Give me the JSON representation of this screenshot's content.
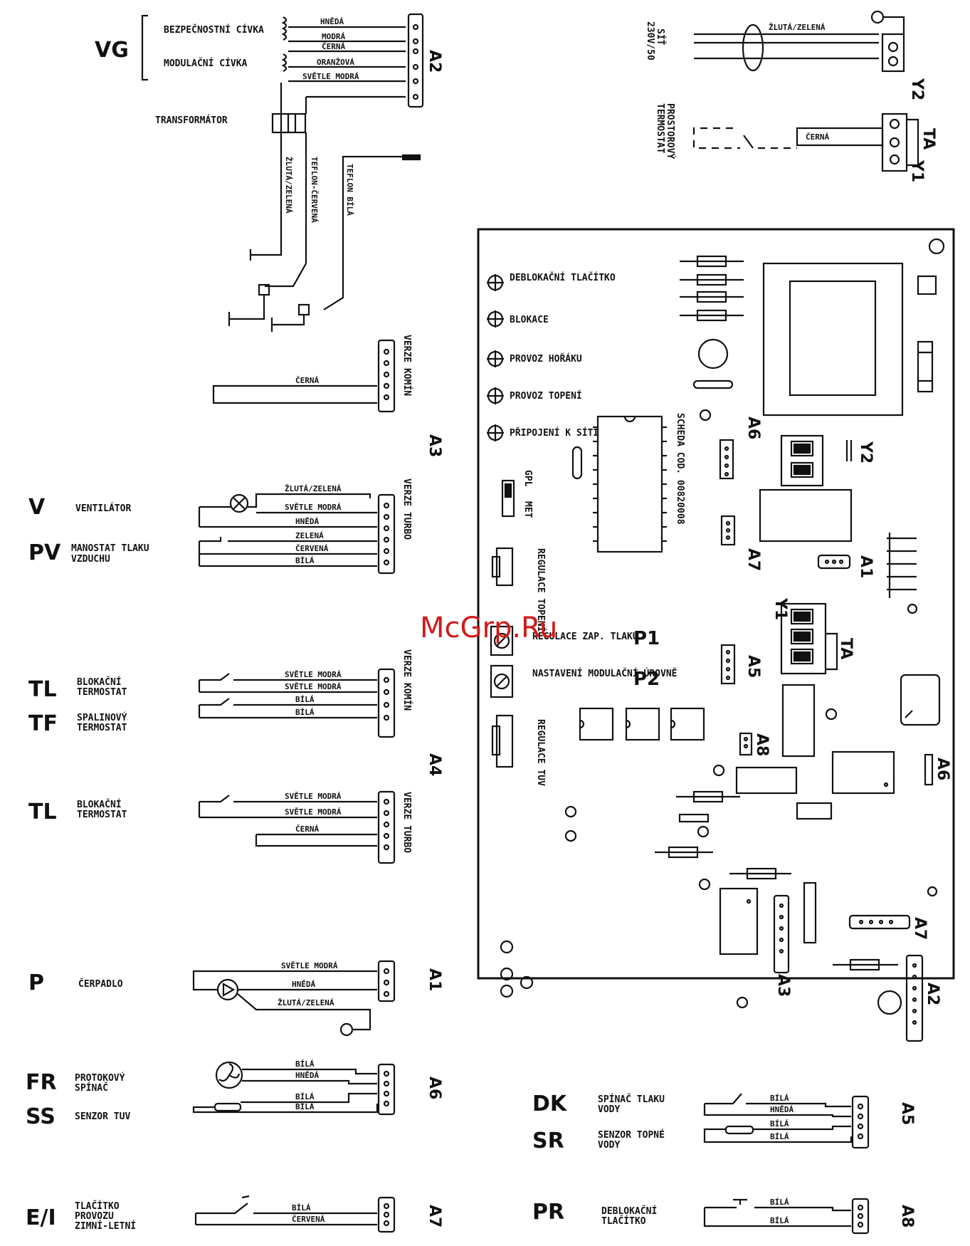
{
  "watermark": "McGrp.Ru",
  "components": {
    "vg": {
      "code": "VG",
      "name1": "BEZPEČNOSTNÍ CÍVKA",
      "name2": "MODULAČNÍ CÍVKA"
    },
    "v": {
      "code": "V",
      "name": "VENTILÁTOR"
    },
    "pv": {
      "code": "PV",
      "name1": "MANOSTAT TLAKU",
      "name2": "VZDUCHU"
    },
    "tl1": {
      "code": "TL",
      "name1": "BLOKAČNÍ",
      "name2": "TERMOSTAT"
    },
    "tf": {
      "code": "TF",
      "name1": "SPALINOVÝ",
      "name2": "TERMOSTAT"
    },
    "tl2": {
      "code": "TL",
      "name1": "BLOKAČNÍ",
      "name2": "TERMOSTAT"
    },
    "p": {
      "code": "P",
      "name": "ČERPADLO"
    },
    "fr": {
      "code": "FR",
      "name1": "PROTOKOVÝ",
      "name2": "SPÍNAČ"
    },
    "ss": {
      "code": "SS",
      "name": "SENZOR TUV"
    },
    "ei": {
      "code": "E/I",
      "name1": "TLAČÍTKO",
      "name2": "PROVOZU",
      "name3": "ZIMNÍ-LETNÍ"
    },
    "dk": {
      "code": "DK",
      "name1": "SPÍNAČ TLAKU",
      "name2": "VODY"
    },
    "sr": {
      "code": "SR",
      "name1": "SENZOR TOPNÉ",
      "name2": "VODY"
    },
    "pr": {
      "code": "PR",
      "name1": "DEBLOKAČNÍ",
      "name2": "TLAČÍTKO"
    },
    "transformer": "TRANSFORMÁTOR",
    "mains": {
      "line1": "SÍŤ",
      "line2": "230V/50"
    },
    "room_thermostat": {
      "line1": "PROSTOROVÝ",
      "line2": "TERMOSTAT"
    }
  },
  "connectors": {
    "a1": "A1",
    "a2": "A2",
    "a3": "A3",
    "a4": "A4",
    "a5": "A5",
    "a6": "A6",
    "a7": "A7",
    "a8": "A8",
    "y1": "Y1",
    "y2": "Y2",
    "ta": "TA"
  },
  "versions": {
    "komin1": "VERZE KOMÍN",
    "turbo1": "VERZE TURBO",
    "komin2": "VERZE KOMÍN",
    "turbo2": "VERZE TURBO"
  },
  "wires": {
    "hneda": "HNĚDÁ",
    "modra": "MODRÁ",
    "cerna": "ČERNÁ",
    "oranzova": "ORANŽOVÁ",
    "svetle_modra": "SVĚTLE MODRÁ",
    "zluta_zelena": "ŽLUTÁ/ZELENÁ",
    "teflon_cervena": "TEFLON-ČERVENÁ",
    "teflon_bila": "TEFLON BÍLÁ",
    "zelena": "ZELENÁ",
    "cervena": "ČERVENÁ",
    "bila": "BÍLÁ"
  },
  "board": {
    "leds": [
      "DEBLOKAČNÍ TLAČÍTKO",
      "BLOKACE",
      "PROVOZ HOŘÁKU",
      "PROVOZ TOPENÍ",
      "PŘIPOJENÍ K SÍTI"
    ],
    "code": "SCHEDA COD. 00820008",
    "gpl": "GPL",
    "met": "MET",
    "regulace_topeni": "REGULACE TOPENÍ",
    "regulace_zap": "REGULACE ZAP. TLAKU",
    "nastaveni": "NASTAVENÍ MODULAČNÍ ÚROVNĚ",
    "regulace_tuv": "REGULACE TUV",
    "p1": "P1",
    "p2": "P2"
  }
}
